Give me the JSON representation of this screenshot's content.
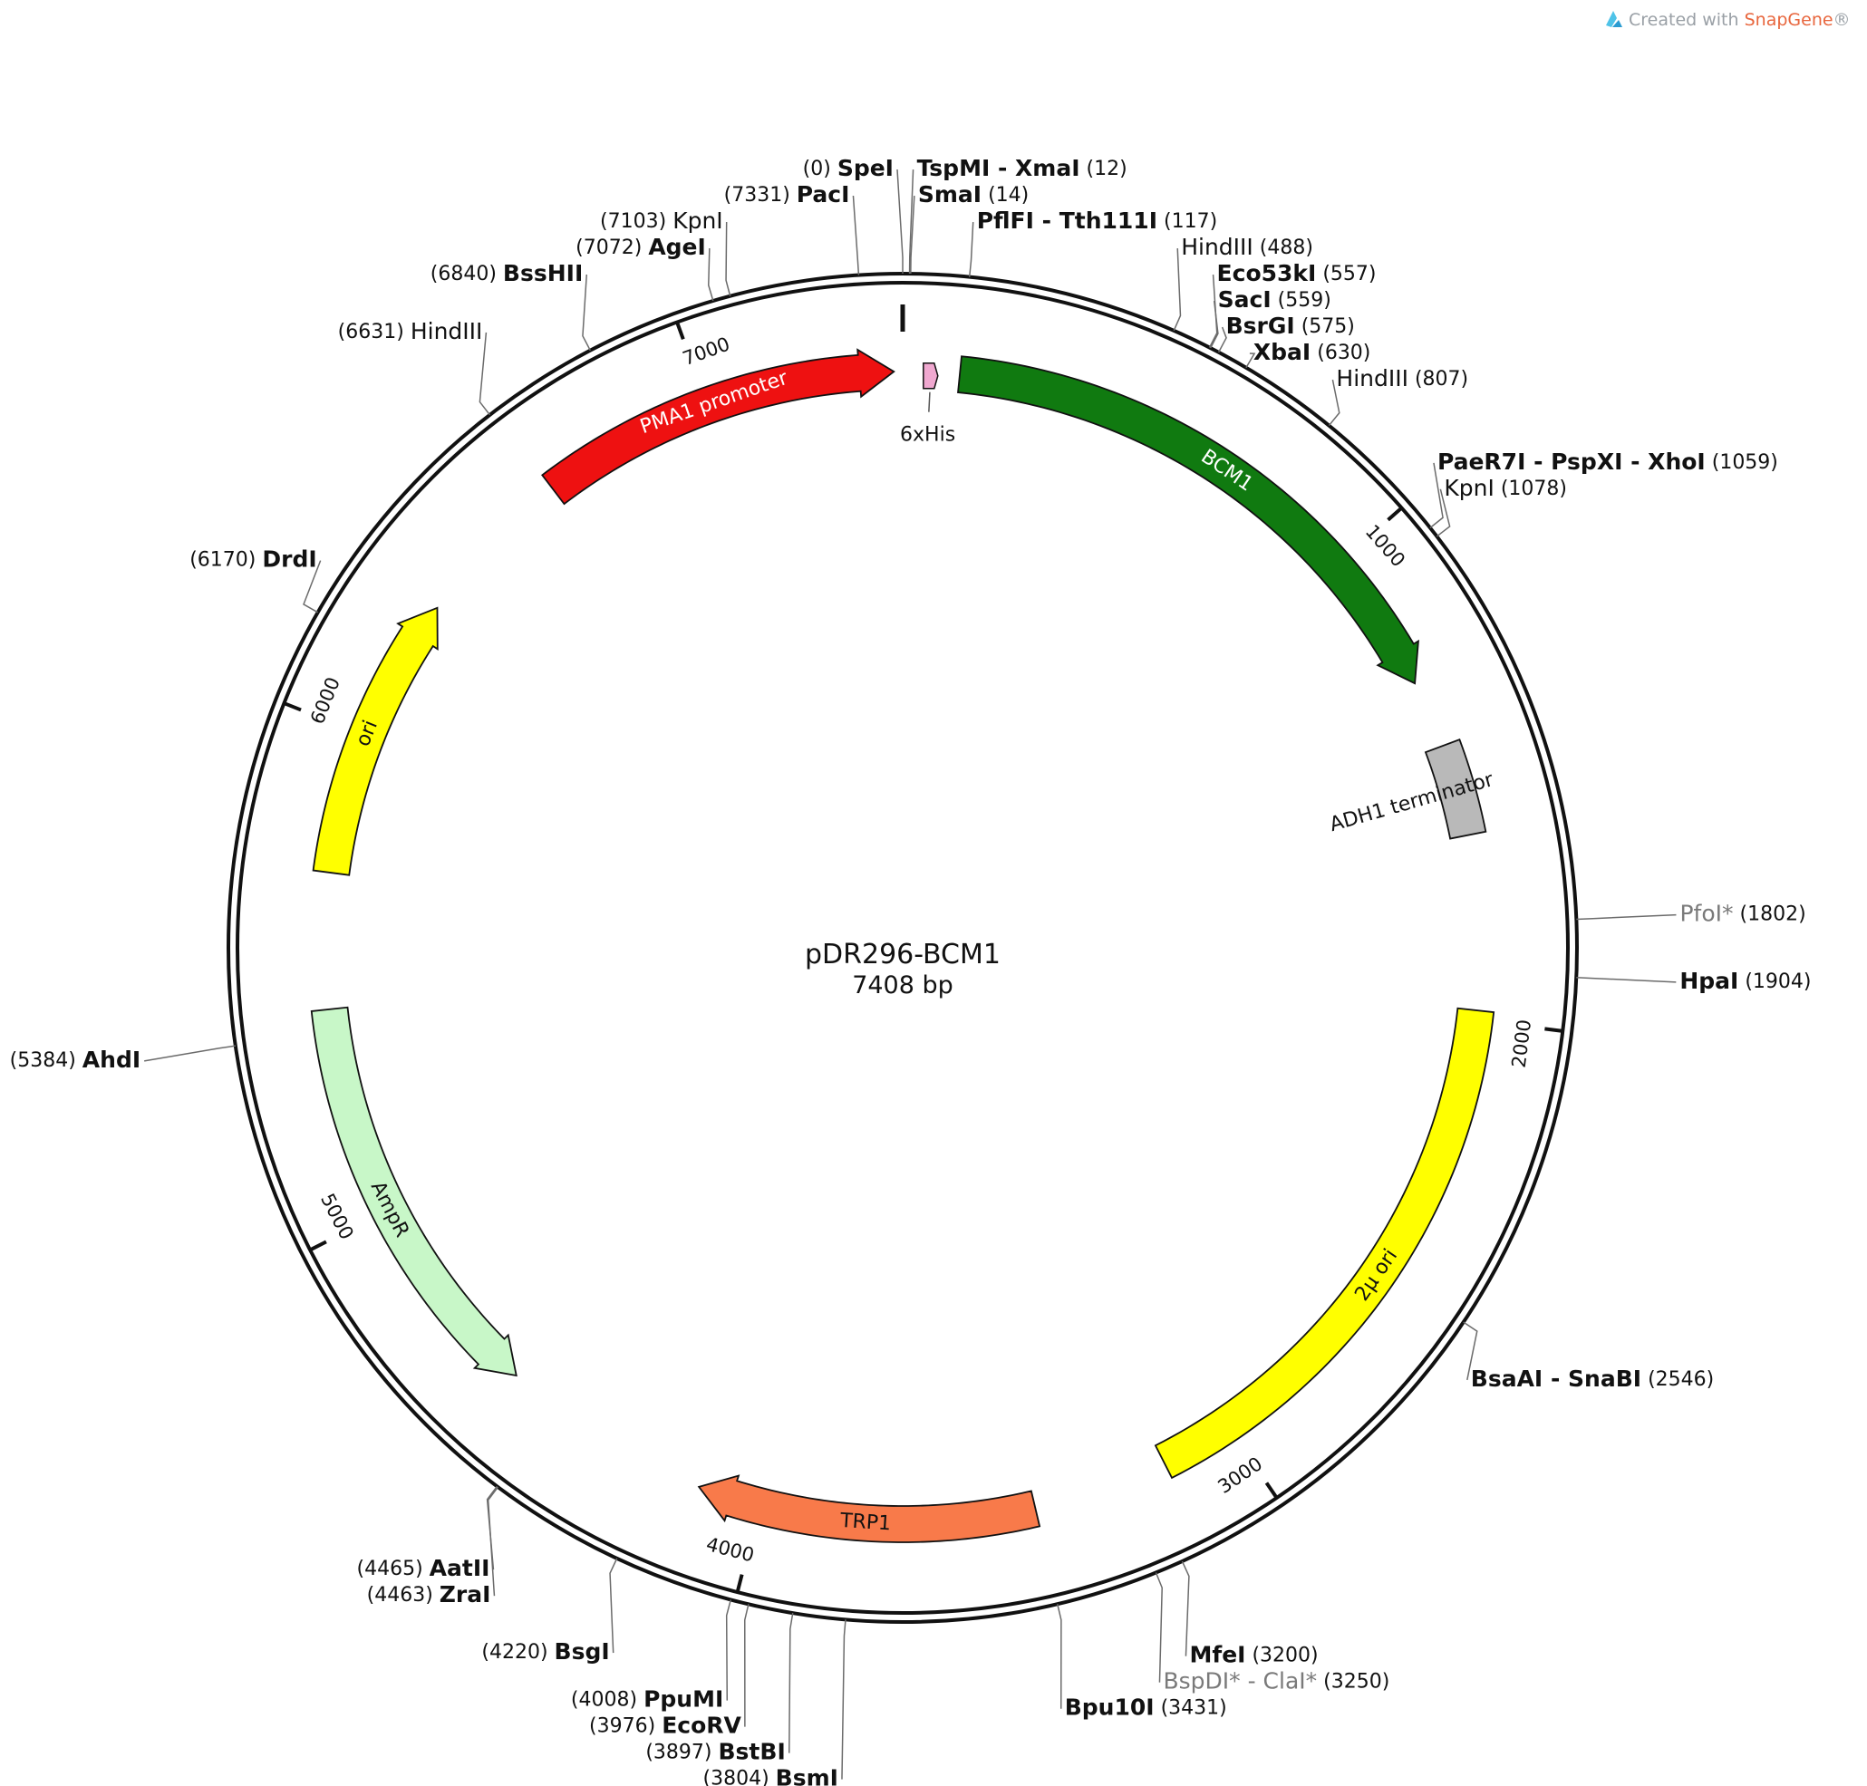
{
  "plasmid": {
    "name": "pDR296-BCM1",
    "size_label": "7408 bp",
    "total_bp": 7408
  },
  "credit": {
    "prefix": "Created with ",
    "brand": "SnapGene",
    "suffix": "®",
    "brand_color": "#e8663d"
  },
  "ticks": [
    {
      "bp": 1000,
      "label": "1000"
    },
    {
      "bp": 2000,
      "label": "2000"
    },
    {
      "bp": 3000,
      "label": "3000"
    },
    {
      "bp": 4000,
      "label": "4000"
    },
    {
      "bp": 5000,
      "label": "5000"
    },
    {
      "bp": 6000,
      "label": "6000"
    },
    {
      "bp": 7000,
      "label": "7000"
    }
  ],
  "features": [
    {
      "name": "PMA1 promoter",
      "start": 6640,
      "end": 7390,
      "direction": "forward",
      "color": "#ee1111",
      "text_color": "#ffffff",
      "icon": "arrow"
    },
    {
      "name": "6xHis",
      "start": 45,
      "end": 70,
      "direction": "forward",
      "color": "#f0a8d0",
      "text_color": "#111111",
      "icon": "small-arrow"
    },
    {
      "name": "BCM1",
      "start": 117,
      "end": 1290,
      "direction": "forward",
      "color": "#107a10",
      "text_color": "#ffffff",
      "icon": "arrow"
    },
    {
      "name": "ADH1 terminator",
      "start": 1430,
      "end": 1620,
      "direction": "none",
      "color": "#b9b9b9",
      "text_color": "#111111",
      "icon": "box"
    },
    {
      "name": "2μ ori",
      "start": 1980,
      "end": 3150,
      "direction": "none",
      "color": "#ffff00",
      "text_color": "#111111",
      "icon": "box"
    },
    {
      "name": "TRP1",
      "start": 3430,
      "end": 4130,
      "direction": "forward",
      "color": "#f87a4a",
      "text_color": "#111111",
      "icon": "arrow"
    },
    {
      "name": "AmpR",
      "start": 4570,
      "end": 5430,
      "direction": "reverse",
      "color": "#c8f7c8",
      "text_color": "#111111",
      "icon": "arrow"
    },
    {
      "name": "ori",
      "start": 5710,
      "end": 6300,
      "direction": "forward",
      "color": "#ffff00",
      "text_color": "#111111",
      "icon": "arrow"
    }
  ],
  "sites": [
    {
      "pos": "(0)",
      "name": "SpeI",
      "bp": 0,
      "style": "bold",
      "side": "left"
    },
    {
      "pos": "(7331)",
      "name": "PacI",
      "bp": 7331,
      "style": "bold",
      "side": "left"
    },
    {
      "pos": "(7103)",
      "name": "KpnI",
      "bp": 7103,
      "style": "normal",
      "side": "left"
    },
    {
      "pos": "(7072)",
      "name": "AgeI",
      "bp": 7072,
      "style": "bold",
      "side": "left"
    },
    {
      "pos": "(6840)",
      "name": "BssHII",
      "bp": 6840,
      "style": "bold",
      "side": "left"
    },
    {
      "pos": "(6631)",
      "name": "HindIII",
      "bp": 6631,
      "style": "normal",
      "side": "left"
    },
    {
      "pos": "(6170)",
      "name": "DrdI",
      "bp": 6170,
      "style": "bold",
      "side": "left"
    },
    {
      "pos": "(5384)",
      "name": "AhdI",
      "bp": 5384,
      "style": "bold",
      "side": "left"
    },
    {
      "pos": "(4465)",
      "name": "AatII",
      "bp": 4465,
      "style": "bold",
      "side": "left"
    },
    {
      "pos": "(4463)",
      "name": "ZraI",
      "bp": 4463,
      "style": "bold",
      "side": "left"
    },
    {
      "pos": "(4220)",
      "name": "BsgI",
      "bp": 4220,
      "style": "bold",
      "side": "left"
    },
    {
      "pos": "(4008)",
      "name": "PpuMI",
      "bp": 4008,
      "style": "bold",
      "side": "left"
    },
    {
      "pos": "(3976)",
      "name": "EcoRV",
      "bp": 3976,
      "style": "bold",
      "side": "left"
    },
    {
      "pos": "(3897)",
      "name": "BstBI",
      "bp": 3897,
      "style": "bold",
      "side": "left"
    },
    {
      "pos": "(3804)",
      "name": "BsmI",
      "bp": 3804,
      "style": "bold",
      "side": "left"
    },
    {
      "pos": "(12)",
      "name": "TspMI - XmaI",
      "bp": 12,
      "style": "bold",
      "side": "right"
    },
    {
      "pos": "(14)",
      "name": "SmaI",
      "bp": 14,
      "style": "bold",
      "side": "right"
    },
    {
      "pos": "(117)",
      "name": "PflFI - Tth111I",
      "bp": 117,
      "style": "bold",
      "side": "right"
    },
    {
      "pos": "(488)",
      "name": "HindIII",
      "bp": 488,
      "style": "normal",
      "side": "right"
    },
    {
      "pos": "(557)",
      "name": "Eco53kI",
      "bp": 557,
      "style": "bold",
      "side": "right"
    },
    {
      "pos": "(559)",
      "name": "SacI",
      "bp": 559,
      "style": "bold",
      "side": "right"
    },
    {
      "pos": "(575)",
      "name": "BsrGI",
      "bp": 575,
      "style": "bold",
      "side": "right"
    },
    {
      "pos": "(630)",
      "name": "XbaI",
      "bp": 630,
      "style": "bold",
      "side": "right"
    },
    {
      "pos": "(807)",
      "name": "HindIII",
      "bp": 807,
      "style": "normal",
      "side": "right"
    },
    {
      "pos": "(1059)",
      "name": "PaeR7I - PspXI - XhoI",
      "bp": 1059,
      "style": "bold",
      "side": "right"
    },
    {
      "pos": "(1078)",
      "name": "KpnI",
      "bp": 1078,
      "style": "normal",
      "side": "right"
    },
    {
      "pos": "(1802)",
      "name": "PfoI*",
      "bp": 1802,
      "style": "grey",
      "side": "right"
    },
    {
      "pos": "(1904)",
      "name": "HpaI",
      "bp": 1904,
      "style": "bold",
      "side": "right"
    },
    {
      "pos": "(2546)",
      "name": "BsaAI - SnaBI",
      "bp": 2546,
      "style": "bold",
      "side": "right"
    },
    {
      "pos": "(3200)",
      "name": "MfeI",
      "bp": 3200,
      "style": "bold",
      "side": "right"
    },
    {
      "pos": "(3250)",
      "name": "BspDI* - ClaI*",
      "bp": 3250,
      "style": "grey",
      "side": "right"
    },
    {
      "pos": "(3431)",
      "name": "Bpu10I",
      "bp": 3431,
      "style": "bold",
      "side": "right"
    }
  ]
}
